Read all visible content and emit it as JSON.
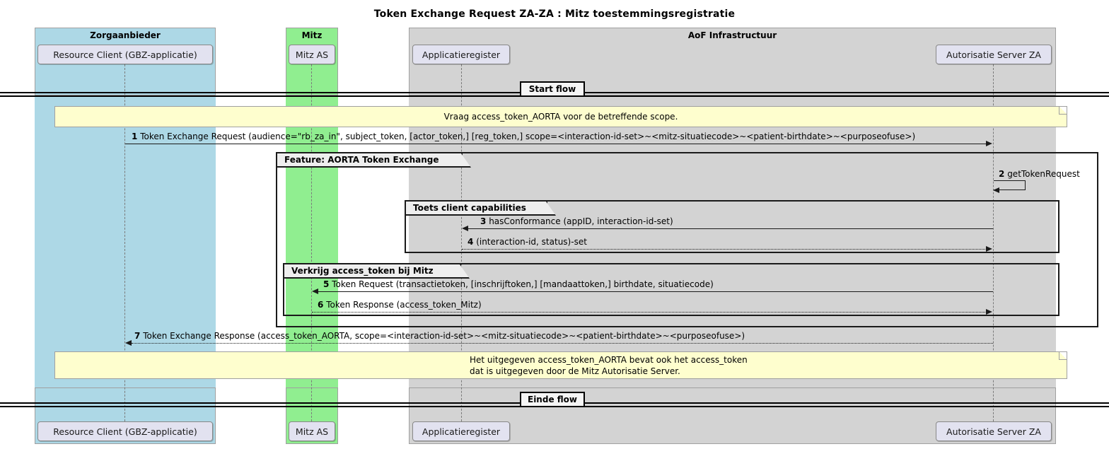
{
  "title": "Token Exchange Request ZA-ZA : Mitz toestemmingsregistratie",
  "lanes": [
    {
      "name": "Zorgaanbieder",
      "color": "#ADD8E6"
    },
    {
      "name": "Mitz",
      "color": "#90EE90"
    },
    {
      "name": "AoF Infrastructuur",
      "color": "#D3D3D3"
    }
  ],
  "participants": [
    {
      "name": "Resource Client (GBZ-applicatie)",
      "lane": "Zorgaanbieder"
    },
    {
      "name": "Mitz AS",
      "lane": "Mitz"
    },
    {
      "name": "Applicatieregister",
      "lane": "AoF Infrastructuur"
    },
    {
      "name": "Autorisatie Server ZA",
      "lane": "AoF Infrastructuur"
    }
  ],
  "dividers": {
    "start": "Start flow",
    "end": "Einde flow"
  },
  "notes": [
    {
      "id": "note-top",
      "lines": [
        "Vraag access_token_AORTA voor de betreffende scope."
      ]
    },
    {
      "id": "note-bottom",
      "lines": [
        "Het uitgegeven access_token_AORTA bevat ook het access_token",
        "dat is uitgegeven door de Mitz Autorisatie Server."
      ]
    }
  ],
  "groups": [
    {
      "id": "group-feature",
      "label": "Feature: AORTA Token Exchange"
    },
    {
      "id": "group-capabilities",
      "label": "Toets client capabilities"
    },
    {
      "id": "group-mitz-token",
      "label": "Verkrijg access_token bij Mitz"
    }
  ],
  "messages": [
    {
      "num": "1",
      "text": "Token Exchange Request (audience=\"rb_za_in\", subject_token, [actor_token,] [reg_token,] scope=<interaction-id-set>~<mitz-situatiecode>~<patient-birthdate>~<purposeofuse>)",
      "from": "Resource Client (GBZ-applicatie)",
      "to": "Autorisatie Server ZA",
      "direction": "right",
      "style": "solid"
    },
    {
      "num": "2",
      "text": "getTokenRequest",
      "from": "Autorisatie Server ZA",
      "to": "Autorisatie Server ZA",
      "direction": "self",
      "style": "solid"
    },
    {
      "num": "3",
      "text": "hasConformance (appID, interaction-id-set)",
      "from": "Autorisatie Server ZA",
      "to": "Applicatieregister",
      "direction": "left",
      "style": "solid"
    },
    {
      "num": "4",
      "text": "(interaction-id, status)-set",
      "from": "Applicatieregister",
      "to": "Autorisatie Server ZA",
      "direction": "right",
      "style": "dotted"
    },
    {
      "num": "5",
      "text": "Token Request (transactietoken, [inschrijftoken,] [mandaattoken,] birthdate, situatiecode)",
      "from": "Autorisatie Server ZA",
      "to": "Mitz AS",
      "direction": "left",
      "style": "solid"
    },
    {
      "num": "6",
      "text": "Token Response (access_token_Mitz)",
      "from": "Mitz AS",
      "to": "Autorisatie Server ZA",
      "direction": "right",
      "style": "dotted"
    },
    {
      "num": "7",
      "text": "Token Exchange Response (access_token_AORTA, scope=<interaction-id-set>~<mitz-situatiecode>~<patient-birthdate>~<purposeofuse>)",
      "from": "Autorisatie Server ZA",
      "to": "Resource Client (GBZ-applicatie)",
      "direction": "left",
      "style": "dotted"
    }
  ],
  "colors": {
    "lane_zorgaanbieder": "#ADD8E6",
    "lane_mitz": "#90EE90",
    "lane_aof": "#D3D3D3",
    "note_bg": "#FEFECE",
    "participant_bg": "#E2E2F0",
    "line": "#1a1a1a"
  }
}
